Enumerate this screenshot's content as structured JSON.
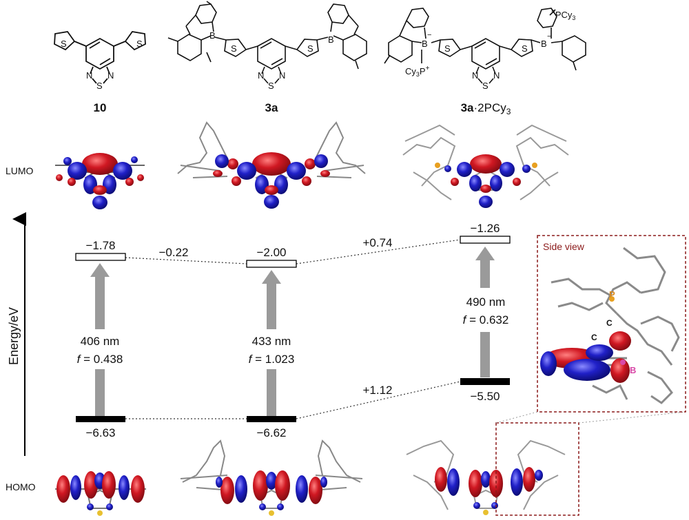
{
  "compounds": [
    {
      "id": "10",
      "label": "10",
      "lumo": "−1.78",
      "homo": "−6.63",
      "wavelength": "406 nm",
      "f_value": "= 0.438"
    },
    {
      "id": "3a",
      "label": "3a",
      "lumo": "−2.00",
      "homo": "−6.62",
      "wavelength": "433 nm",
      "f_value": "= 1.023"
    },
    {
      "id": "3a2pcy3",
      "label": "3a",
      "label_suffix": "·2PCy",
      "label_sub": "3",
      "lumo": "−1.26",
      "homo": "−5.50",
      "wavelength": "490 nm",
      "f_value": "= 0.632"
    }
  ],
  "f_symbol": "f",
  "deltas": {
    "lumo_a": "−0.22",
    "lumo_b": "+0.74",
    "homo_b": "+1.12"
  },
  "axis": {
    "ylabel": "Energy/eV"
  },
  "orbitals": {
    "lumo": "LUMO",
    "homo": "HOMO"
  },
  "structure_atoms": {
    "S": "S",
    "N": "N",
    "B": "B",
    "cy3p": "Cy",
    "cy3p_sub": "3",
    "cy3p_P": "P",
    "pcy3": "PCy",
    "pcy3_sub": "3",
    "plus": "+",
    "minus": "−"
  },
  "side_view": {
    "title": "Side view",
    "atom_p": "P",
    "atom_c1": "C",
    "atom_c2": "C",
    "atom_b": "B"
  },
  "colors": {
    "orbital_red": "#c0101a",
    "orbital_blue": "#1a1ab4",
    "arrow_gray": "#9a9a9a",
    "inset_border": "#8b1a1a",
    "atom_p": "#d98a1e",
    "atom_b": "#d94aa8"
  }
}
